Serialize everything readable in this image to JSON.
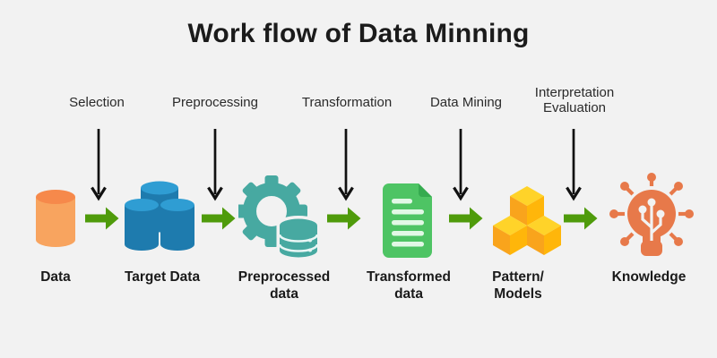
{
  "title": "Work flow of Data Minning",
  "phases": [
    {
      "label": "Selection"
    },
    {
      "label": "Preprocessing"
    },
    {
      "label": "Transformation"
    },
    {
      "label": "Data Mining"
    },
    {
      "label": "Interpretation\nEvaluation"
    }
  ],
  "stages": [
    {
      "label": "Data",
      "icon": "data-cylinder-icon"
    },
    {
      "label": "Target Data",
      "icon": "target-data-cylinders-icon"
    },
    {
      "label": "Preprocessed\ndata",
      "icon": "gear-database-icon"
    },
    {
      "label": "Transformed\ndata",
      "icon": "document-icon"
    },
    {
      "label": "Pattern/\nModels",
      "icon": "cubes-icon"
    },
    {
      "label": "Knowledge",
      "icon": "knowledge-bulb-icon"
    }
  ],
  "colors": {
    "background": "#F2F2F2",
    "title_text": "#1B1B1B",
    "flow_arrow_green": "#4F9B0B",
    "down_arrow_black": "#111111",
    "data_cylinder_body": "#F8A45F",
    "data_cylinder_top": "#F6894B",
    "target_data_body": "#1E7BAE",
    "target_data_top": "#2F9DD3",
    "gear_teal": "#47A9A1",
    "document_green": "#4EC464",
    "document_fold": "#35AB4F",
    "document_lines": "#E2F8E6",
    "cube_top": "#FFD329",
    "cube_left": "#F9A41C",
    "cube_right": "#FFB60A",
    "knowledge_orange": "#E7794A"
  }
}
